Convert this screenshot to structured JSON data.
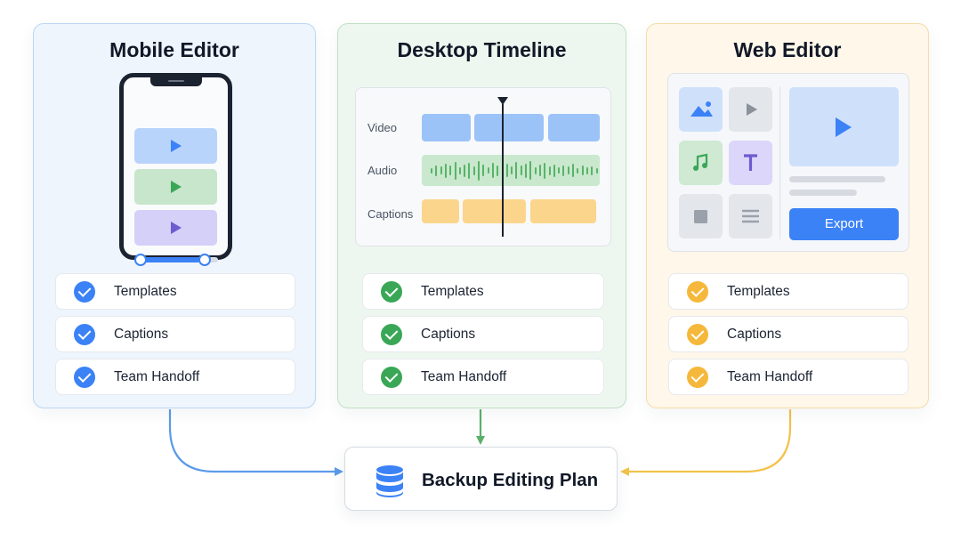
{
  "panels": {
    "mobile": {
      "title": "Mobile Editor",
      "accent": "#3b82f6",
      "features": [
        "Templates",
        "Captions",
        "Team Handoff"
      ]
    },
    "desktop": {
      "title": "Desktop Timeline",
      "accent": "#3aa757",
      "features": [
        "Templates",
        "Captions",
        "Team Handoff"
      ]
    },
    "web": {
      "title": "Web Editor",
      "accent": "#f5b83a",
      "features": [
        "Templates",
        "Captions",
        "Team Handoff"
      ]
    }
  },
  "timeline": {
    "tracks": [
      "Video",
      "Audio",
      "Captions"
    ]
  },
  "web_editor": {
    "export_label": "Export",
    "tile_icons": [
      "image-icon",
      "play-icon",
      "music-icon",
      "text-icon",
      "square-icon",
      "lines-icon"
    ]
  },
  "backup": {
    "label": "Backup Editing Plan",
    "icon": "database-icon"
  },
  "colors": {
    "blue": "#3b82f6",
    "green": "#3aa757",
    "yellow": "#f5b83a"
  }
}
